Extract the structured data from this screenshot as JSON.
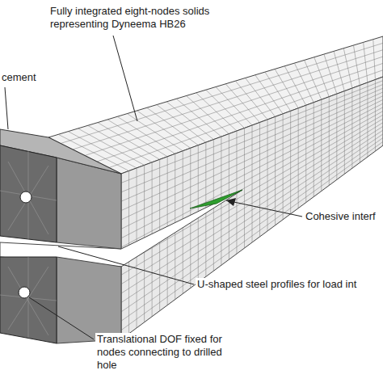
{
  "diagram": {
    "labels": [
      "Fully integrated eight-nodes solids representing Dyneema HB26",
      "cement",
      "Cohesive interf",
      "U-shaped steel profiles for load int",
      "Translational DOF fixed for nodes connecting to drilled hole"
    ]
  }
}
